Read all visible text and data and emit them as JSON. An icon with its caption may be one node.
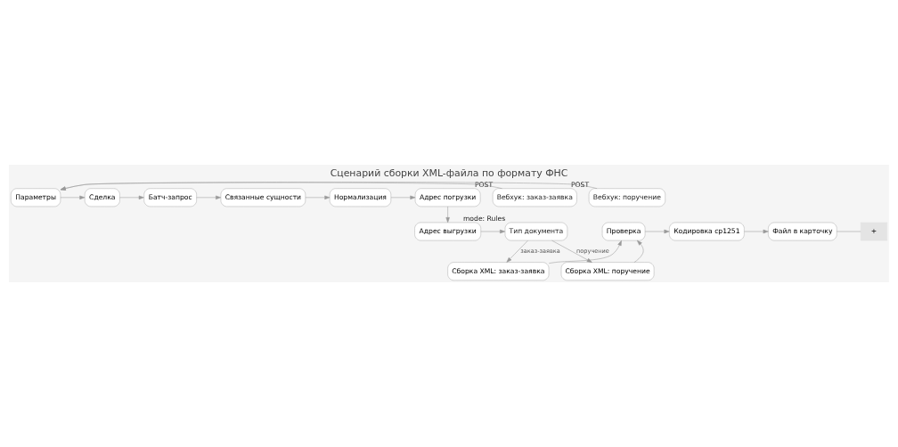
{
  "diagram": {
    "title": "Сценарий сборки XML-файла по формату ФНС",
    "nodes": [
      {
        "text": [
          "Вебхук: заказ-заявка"
        ],
        "beside": [
          "POST"
        ]
      },
      {
        "text": [
          "Вебхук: поручение"
        ],
        "beside": [
          "POST"
        ]
      },
      {
        "text": [
          "Параметры"
        ]
      },
      {
        "text": [
          "Сделка"
        ]
      },
      {
        "text": [
          "Батч-запрос"
        ]
      },
      {
        "text": [
          "Связанные сущности"
        ]
      },
      {
        "text": [
          "Нормализация"
        ]
      },
      {
        "text": [
          "Адрес погрузки"
        ]
      },
      {
        "text": [
          "Адрес выгрузки"
        ]
      },
      {
        "text": [
          "Тип документа"
        ],
        "beside": [
          "mode: Rules"
        ]
      },
      {
        "text": [
          "Сборка XML: заказ-заявка"
        ]
      },
      {
        "text": [
          "Сборка XML: поручение"
        ]
      },
      {
        "text": [
          "Проверка"
        ]
      },
      {
        "text": [
          "Кодировка cp1251"
        ]
      },
      {
        "text": [
          "Файл в карточку"
        ]
      },
      {
        "text": [
          "+"
        ]
      }
    ],
    "edges": [
      {
        "from": 0,
        "to": 2,
        "arrow": "to"
      },
      {
        "from": 1,
        "to": 2,
        "arrow": "to"
      },
      {
        "from": 2,
        "to": 3,
        "arrow": "to"
      },
      {
        "from": 3,
        "to": 4,
        "arrow": "to"
      },
      {
        "from": 4,
        "to": 5,
        "arrow": "to"
      },
      {
        "from": 5,
        "to": 6,
        "arrow": "to"
      },
      {
        "from": 6,
        "to": 7,
        "arrow": "to"
      },
      {
        "from": 7,
        "to": 8,
        "arrow": "to"
      },
      {
        "from": 8,
        "to": 9,
        "arrow": "to"
      },
      {
        "from": 9,
        "to": 10,
        "label": "заказ-заявка",
        "arrow": "to"
      },
      {
        "from": 9,
        "to": 11,
        "label": "поручение",
        "arrow": "to"
      },
      {
        "from": 10,
        "to": 12,
        "arrow": "to"
      },
      {
        "from": 11,
        "to": 12,
        "arrow": "to"
      },
      {
        "from": 12,
        "to": 13,
        "arrow": "to"
      },
      {
        "from": 13,
        "to": 14,
        "arrow": "to"
      },
      {
        "from": 14,
        "to": 15,
        "arrow": "none"
      }
    ]
  }
}
